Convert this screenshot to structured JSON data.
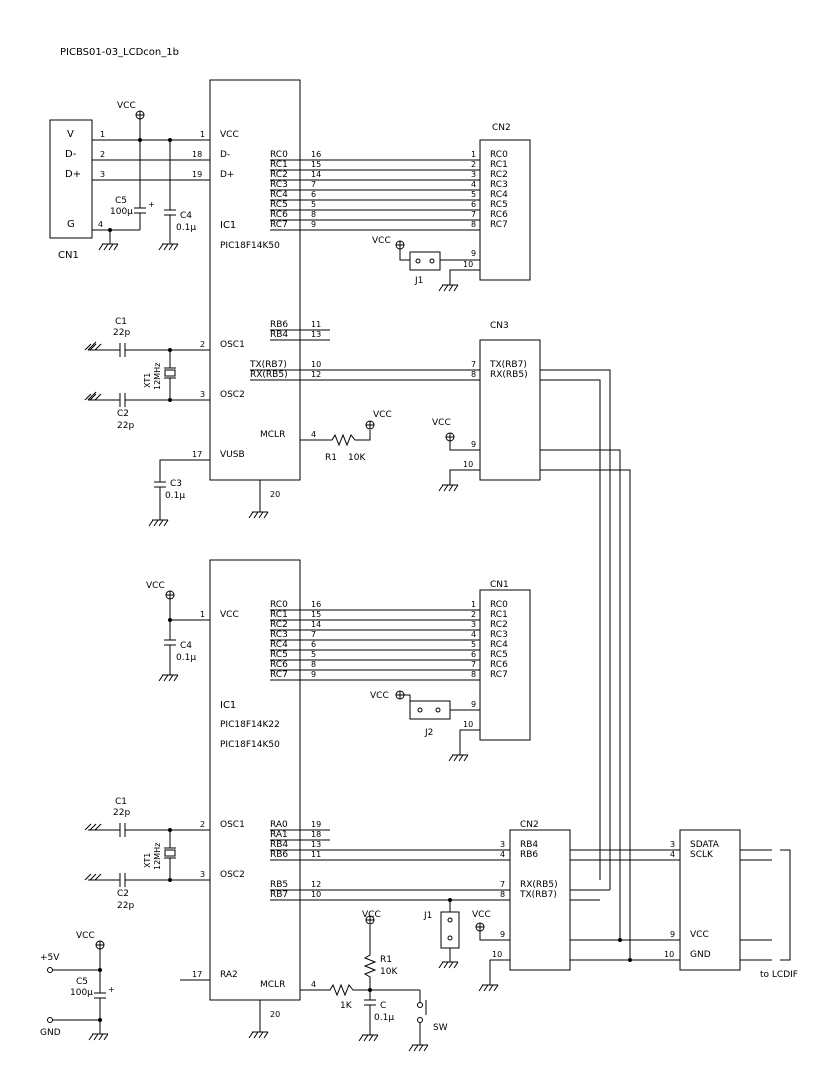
{
  "title": "PICBS01-03_LCDcon_1b",
  "vcc": "VCC",
  "top": {
    "usb": {
      "name": "CN1",
      "pins": [
        "V",
        "D-",
        "D+",
        "G"
      ],
      "nums": [
        "1",
        "2",
        "3",
        "4"
      ]
    },
    "ic": {
      "ref": "IC1",
      "part": "PIC18F14K50",
      "left": [
        {
          "n": "1",
          "l": "VCC"
        },
        {
          "n": "18",
          "l": "D-"
        },
        {
          "n": "19",
          "l": "D+"
        },
        {
          "n": "2",
          "l": "OSC1"
        },
        {
          "n": "3",
          "l": "OSC2"
        },
        {
          "n": "17",
          "l": "VUSB"
        }
      ],
      "right": [
        {
          "n": "16",
          "l": "RC0"
        },
        {
          "n": "15",
          "l": "RC1"
        },
        {
          "n": "14",
          "l": "RC2"
        },
        {
          "n": "7",
          "l": "RC3"
        },
        {
          "n": "6",
          "l": "RC4"
        },
        {
          "n": "5",
          "l": "RC5"
        },
        {
          "n": "8",
          "l": "RC6"
        },
        {
          "n": "9",
          "l": "RC7"
        },
        {
          "n": "11",
          "l": "RB6"
        },
        {
          "n": "13",
          "l": "RB4"
        },
        {
          "n": "10",
          "l": "TX(RB7)"
        },
        {
          "n": "12",
          "l": "RX(RB5)"
        },
        {
          "n": "4",
          "l": "MCLR"
        }
      ],
      "gnd_pin": "20"
    },
    "c5": {
      "ref": "C5",
      "val": "100μ",
      "pol": "+"
    },
    "c4": {
      "ref": "C4",
      "val": "0.1μ"
    },
    "c1": {
      "ref": "C1",
      "val": "22p"
    },
    "c2": {
      "ref": "C2",
      "val": "22p"
    },
    "c3": {
      "ref": "C3",
      "val": "0.1μ"
    },
    "xt": {
      "ref": "XT1",
      "val": "12MHz"
    },
    "r1": {
      "ref": "R1",
      "val": "10K"
    },
    "cn2": {
      "name": "CN2",
      "nums": [
        "1",
        "2",
        "3",
        "4",
        "5",
        "6",
        "7",
        "8",
        "9",
        "10"
      ],
      "labels": [
        "RC0",
        "RC1",
        "RC2",
        "RC3",
        "RC4",
        "RC5",
        "RC6",
        "RC7"
      ]
    },
    "j1": "J1",
    "cn3": {
      "name": "CN3",
      "labels": [
        "TX(RB7)",
        "RX(RB5)"
      ],
      "nums": [
        "7",
        "8",
        "9",
        "10"
      ]
    }
  },
  "bottom": {
    "ic": {
      "ref": "IC1",
      "part1": "PIC18F14K22",
      "part2": "PIC18F14K50",
      "left": [
        {
          "n": "1",
          "l": "VCC"
        },
        {
          "n": "2",
          "l": "OSC1"
        },
        {
          "n": "3",
          "l": "OSC2"
        },
        {
          "n": "17",
          "l": "RA2"
        }
      ],
      "right": [
        {
          "n": "16",
          "l": "RC0"
        },
        {
          "n": "15",
          "l": "RC1"
        },
        {
          "n": "14",
          "l": "RC2"
        },
        {
          "n": "7",
          "l": "RC3"
        },
        {
          "n": "6",
          "l": "RC4"
        },
        {
          "n": "5",
          "l": "RC5"
        },
        {
          "n": "8",
          "l": "RC6"
        },
        {
          "n": "9",
          "l": "RC7"
        },
        {
          "n": "19",
          "l": "RA0"
        },
        {
          "n": "18",
          "l": "RA1"
        },
        {
          "n": "13",
          "l": "RB4"
        },
        {
          "n": "11",
          "l": "RB6"
        },
        {
          "n": "12",
          "l": "RB5"
        },
        {
          "n": "10",
          "l": "RB7"
        },
        {
          "n": "4",
          "l": "MCLR"
        }
      ],
      "gnd_pin": "20"
    },
    "c4": {
      "ref": "C4",
      "val": "0.1μ"
    },
    "c1": {
      "ref": "C1",
      "val": "22p"
    },
    "c2": {
      "ref": "C2",
      "val": "22p"
    },
    "xt": {
      "ref": "XT1",
      "val": "12MHz"
    },
    "c5": {
      "ref": "C5",
      "val": "100μ",
      "pol": "+"
    },
    "plus5": "+5V",
    "gnd": "GND",
    "r1": {
      "ref": "R1",
      "val": "10K"
    },
    "r2": {
      "val": "1K"
    },
    "c": {
      "ref": "C",
      "val": "0.1μ"
    },
    "sw": "SW",
    "cn1": {
      "name": "CN1",
      "nums": [
        "1",
        "2",
        "3",
        "4",
        "5",
        "6",
        "7",
        "8",
        "9",
        "10"
      ],
      "labels": [
        "RC0",
        "RC1",
        "RC2",
        "RC3",
        "RC4",
        "RC5",
        "RC6",
        "RC7"
      ]
    },
    "j2": "J2",
    "j1": "J1",
    "cn2": {
      "name": "CN2",
      "labels": [
        "RB4",
        "RB6",
        "RX(RB5)",
        "TX(RB7)"
      ],
      "nums": [
        "3",
        "4",
        "7",
        "8",
        "9",
        "10"
      ]
    },
    "lcd": {
      "labels": [
        "SDATA",
        "SCLK",
        "VCC",
        "GND"
      ],
      "nums": [
        "3",
        "4",
        "9",
        "10"
      ],
      "caption": "to LCDIF"
    }
  }
}
